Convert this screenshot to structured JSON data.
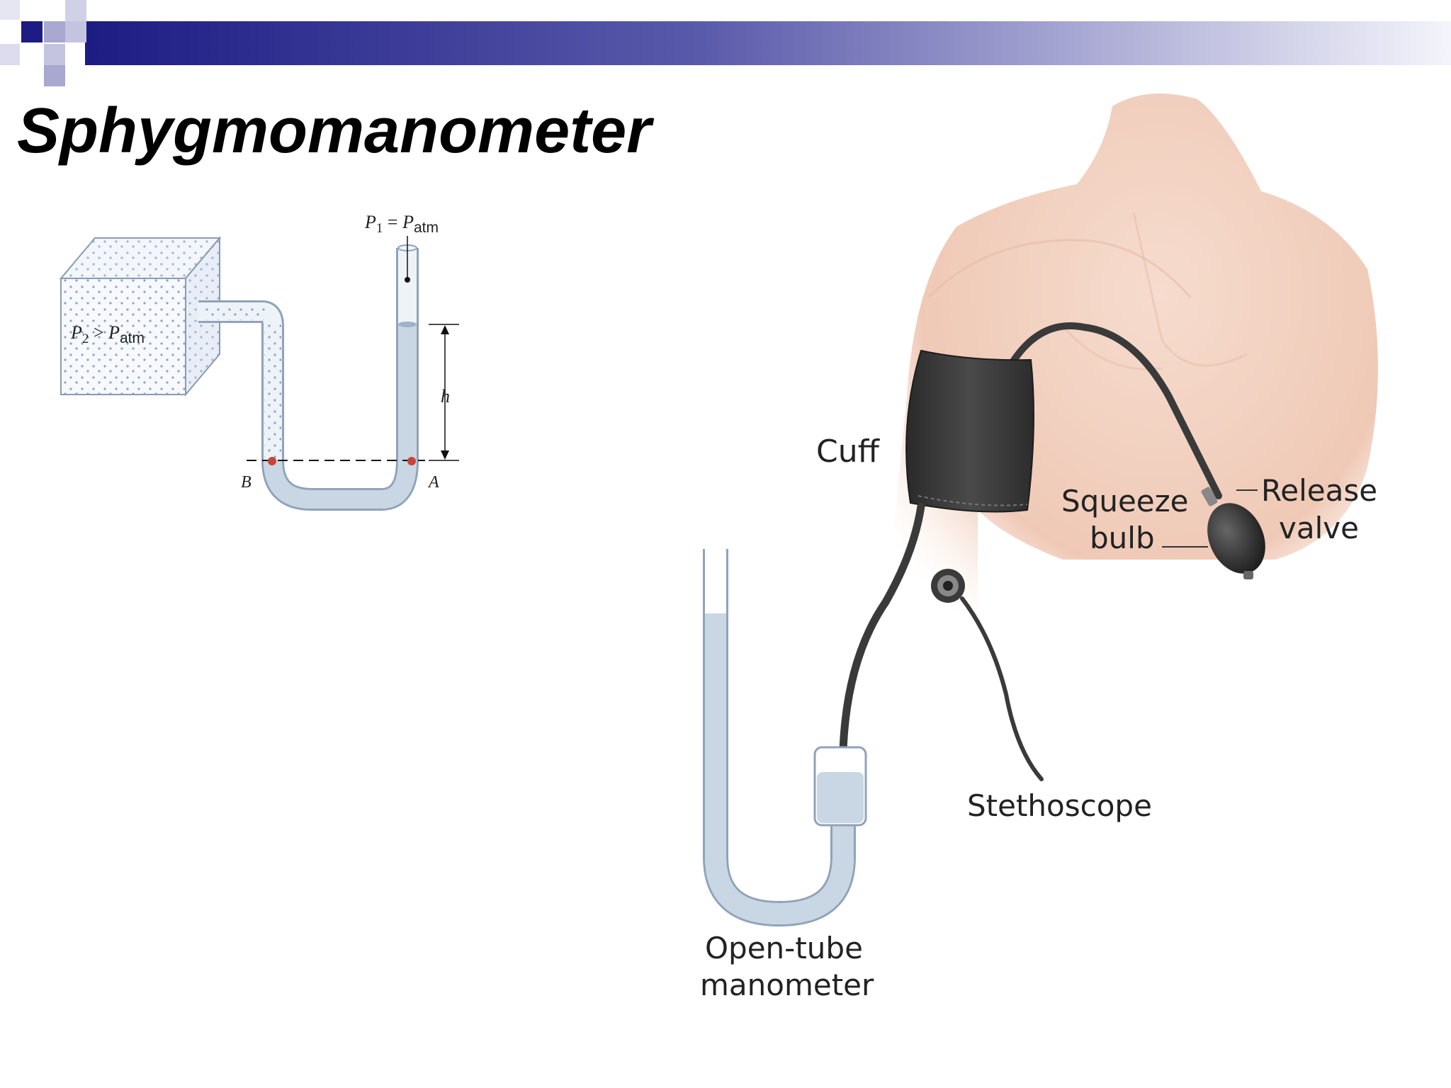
{
  "slide": {
    "title": "Sphygmomanometer"
  },
  "manometer": {
    "p1_left": "P",
    "p1_sub": "1",
    "p1_eq": " = ",
    "p1_right": "P",
    "p1_right_sub": "atm",
    "p2_left": "P",
    "p2_sub": "2",
    "p2_gt": " > ",
    "p2_right": "P",
    "p2_right_sub": "atm",
    "h_label": "h",
    "point_a": "A",
    "point_b": "B"
  },
  "apparatus": {
    "cuff": "Cuff",
    "squeeze_1": "Squeeze",
    "squeeze_2": "bulb",
    "release_1": "Release",
    "release_2": "valve",
    "stethoscope": "Stethoscope",
    "manometer_1": "Open-tube",
    "manometer_2": "manometer"
  },
  "colors": {
    "header_dark": "#1c1c84",
    "header_light": "#f4f4fb",
    "tube_fill": "#c9d6e3",
    "tube_stroke": "#8fa3b8",
    "point_red": "#c8443a",
    "skin": "#f4d6c8",
    "cuff": "#3a3a3a"
  }
}
